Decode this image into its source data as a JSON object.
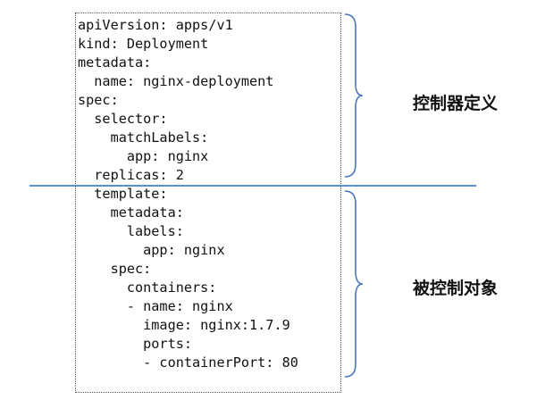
{
  "code": {
    "lines": [
      "apiVersion: apps/v1",
      "kind: Deployment",
      "metadata:",
      "  name: nginx-deployment",
      "spec:",
      "  selector:",
      "    matchLabels:",
      "      app: nginx",
      "  replicas: 2",
      "  template:",
      "    metadata:",
      "      labels:",
      "        app: nginx",
      "    spec:",
      "      containers:",
      "      - name: nginx",
      "        image: nginx:1.7.9",
      "        ports:",
      "        - containerPort: 80"
    ]
  },
  "annotations": {
    "top_label": "控制器定义",
    "bottom_label": "被控制对象"
  },
  "colors": {
    "divider": "#5b8fd0",
    "brace": "#4a78b8"
  },
  "icons": {
    "top_brace": "right-curly-brace-icon",
    "bottom_brace": "right-curly-brace-icon"
  }
}
